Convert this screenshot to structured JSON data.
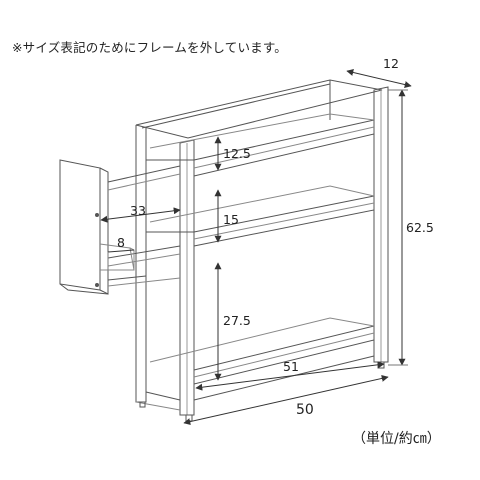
{
  "note": "※サイズ表記のためにフレームを外しています。",
  "unit_label": "（単位/約㎝）",
  "dimensions": {
    "depth": "12",
    "height": "62.5",
    "shelf_gap_top": "12.5",
    "shelf_gap_middle": "15",
    "shelf_gap_bottom": "27.5",
    "inner_width": "51",
    "width": "50",
    "side_depth": "33",
    "side_height": "8"
  },
  "colors": {
    "line": "#555555",
    "dimension_line": "#333333",
    "text": "#222222"
  }
}
